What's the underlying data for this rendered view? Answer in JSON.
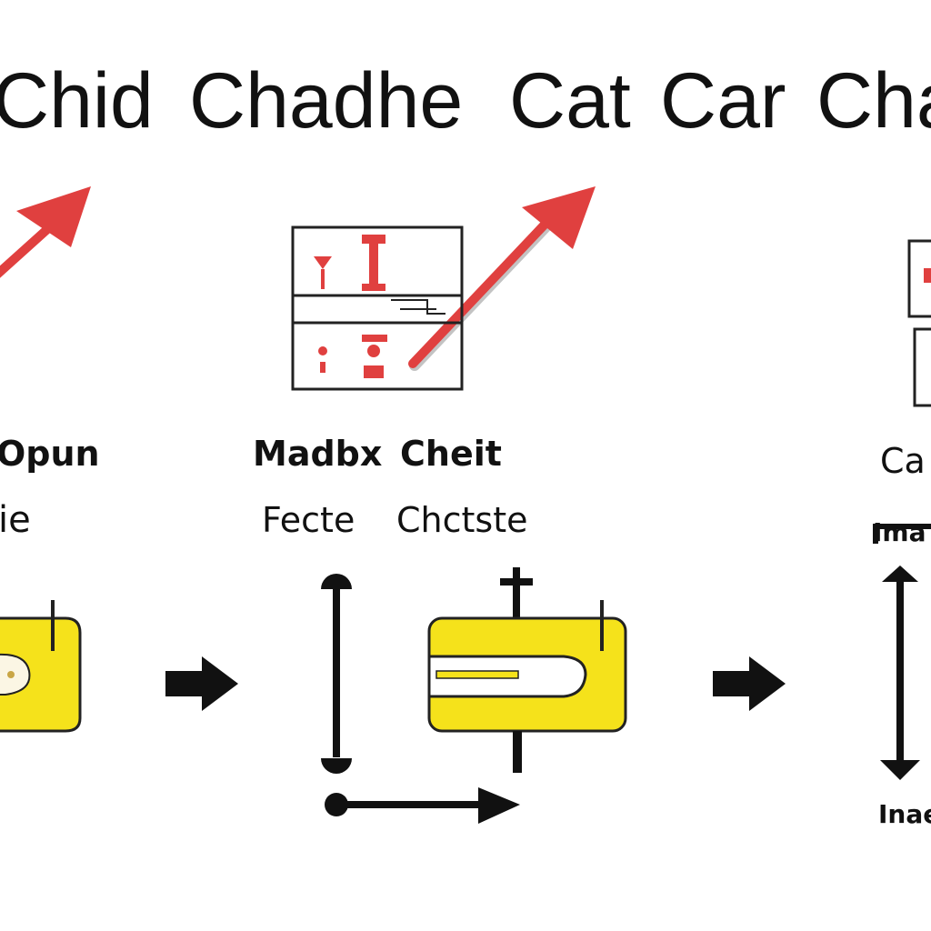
{
  "title": {
    "words": [
      "Chid",
      "Chadhe",
      "Cat",
      "Car",
      "Cha"
    ]
  },
  "panels": [
    {
      "label_top": "Opun",
      "label_bottom": "ie"
    },
    {
      "label_top_left": "Madbx",
      "label_top_right": "Cheit",
      "label_bottom_left": "Fecte",
      "label_bottom_right": "Chctste"
    },
    {
      "label_top": "Ca",
      "label_bottom": "Ima",
      "label_footer": "Inae"
    }
  ],
  "colors": {
    "text": "#111111",
    "arrow_red": "#e0403f",
    "card_yellow": "#f5e21b",
    "card_border": "#222222",
    "background": "#ffffff"
  },
  "icons": [
    "red-diagonal-arrow-icon",
    "black-right-arrow-icon",
    "vertical-double-arrow-icon",
    "pin-icon"
  ]
}
